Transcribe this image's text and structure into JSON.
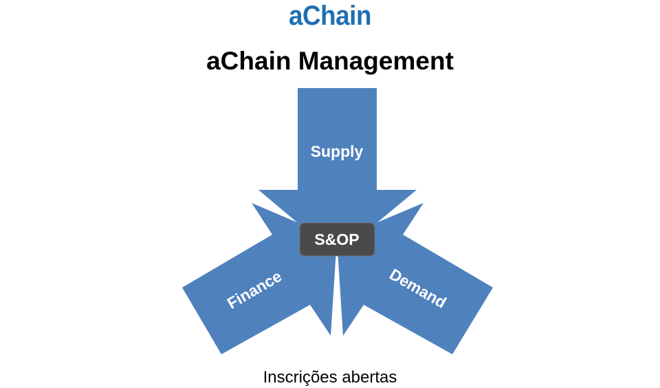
{
  "brand": "aChain",
  "headline": "aChain Management",
  "diagram": {
    "center_label": "S&OP",
    "arrows": {
      "supply": "Supply",
      "finance": "Finance",
      "demand": "Demand"
    }
  },
  "footer_note": "Inscrições abertas",
  "colors": {
    "brand": "#1f6fb2",
    "arrow_fill": "#4f81bd",
    "center_box": "#4a4a4a",
    "label_text": "#ffffff"
  }
}
